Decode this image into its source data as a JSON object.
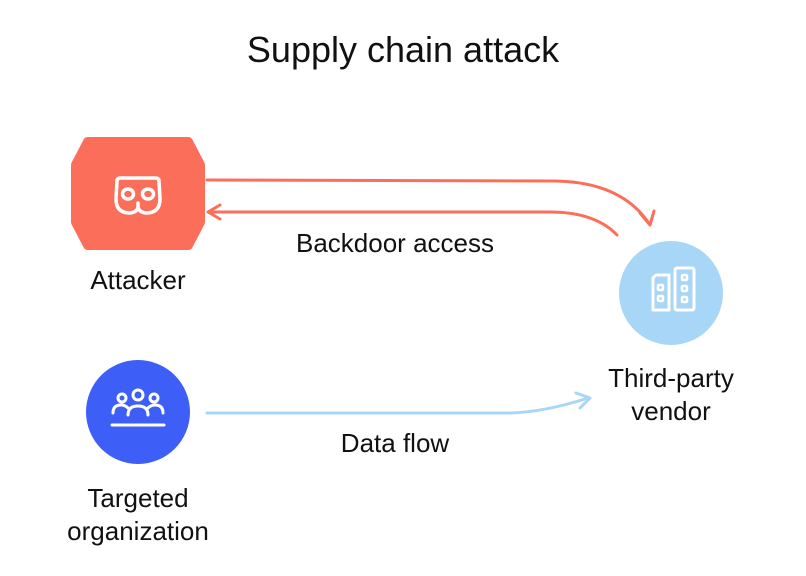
{
  "title": "Supply chain attack",
  "nodes": {
    "attacker": {
      "label": "Attacker",
      "icon": "mask-icon",
      "color": "#FB6F5A"
    },
    "vendor": {
      "label_line1": "Third-party",
      "label_line2": "vendor",
      "icon": "building-icon",
      "color": "#A8D6F6"
    },
    "organization": {
      "label_line1": "Targeted",
      "label_line2": "organization",
      "icon": "group-icon",
      "color": "#3D5EF7"
    }
  },
  "edges": {
    "backdoor": {
      "label": "Backdoor access",
      "color": "#FB6F5A"
    },
    "data_flow": {
      "label": "Data flow",
      "color": "#A8D6F6"
    }
  }
}
